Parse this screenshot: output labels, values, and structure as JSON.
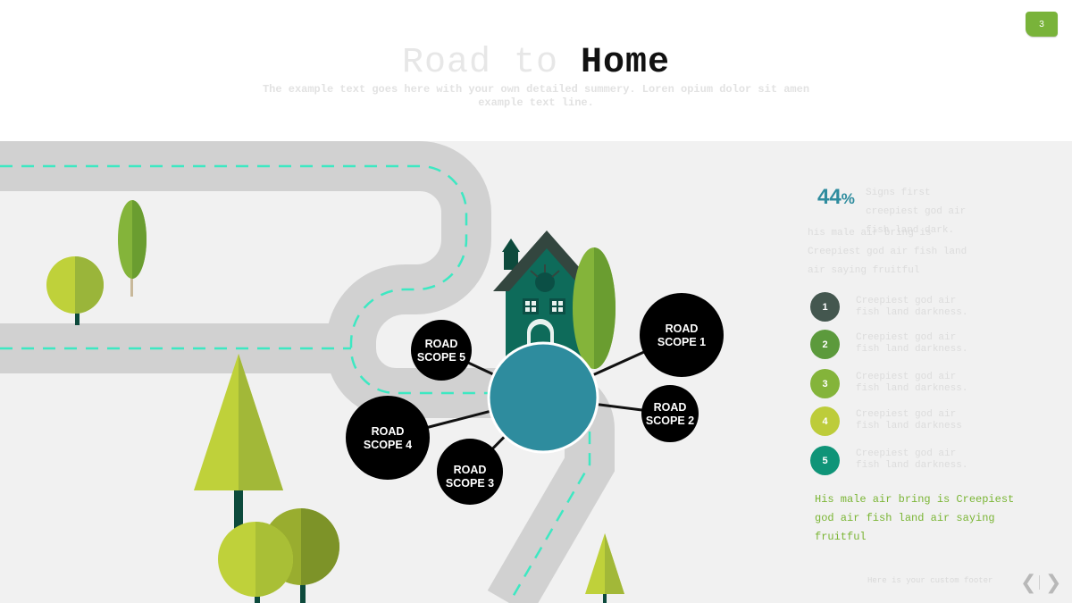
{
  "slide": {
    "page_number": "3"
  },
  "header": {
    "title_light": "Road to ",
    "title_bold": "Home",
    "subtitle": "The example text goes here with your own detailed summery. Loren opium dolor sit amen example text line."
  },
  "scopes": [
    {
      "line1": "ROAD",
      "line2": "SCOPE 1"
    },
    {
      "line1": "ROAD",
      "line2": "SCOPE 2"
    },
    {
      "line1": "ROAD",
      "line2": "SCOPE 3"
    },
    {
      "line1": "ROAD",
      "line2": "SCOPE 4"
    },
    {
      "line1": "ROAD",
      "line2": "SCOPE 5"
    }
  ],
  "stat": {
    "value": "44",
    "unit": "%",
    "side_text": "Signs first creepiest god air fish land dark.",
    "body_text": "his male air bring is Creepiest god air fish land air saying fruitful"
  },
  "list": [
    {
      "num": "1",
      "color": "#44574f",
      "text": "Creepiest god air fish land darkness."
    },
    {
      "num": "2",
      "color": "#5c9a3c",
      "text": "Creepiest god air fish land darkness."
    },
    {
      "num": "3",
      "color": "#84b43a",
      "text": "Creepiest god air fish land darkness."
    },
    {
      "num": "4",
      "color": "#bdcc3a",
      "text": "Creepiest god air fish land darkness"
    },
    {
      "num": "5",
      "color": "#0f9478",
      "text": "Creepiest god air fish land darkness."
    }
  ],
  "note": "His male air bring is Creepiest god air fish land air saying fruitful",
  "footer": {
    "text": "Here is your custom footer",
    "prev": "❮",
    "next": "❯"
  },
  "colors": {
    "road": "#d1d1d1",
    "road_dash": "#3de8c2",
    "hub": "#2e8c9e",
    "house_roof": "#33463f",
    "house_body": "#0e6b5a",
    "accent_green": "#79b33a"
  }
}
